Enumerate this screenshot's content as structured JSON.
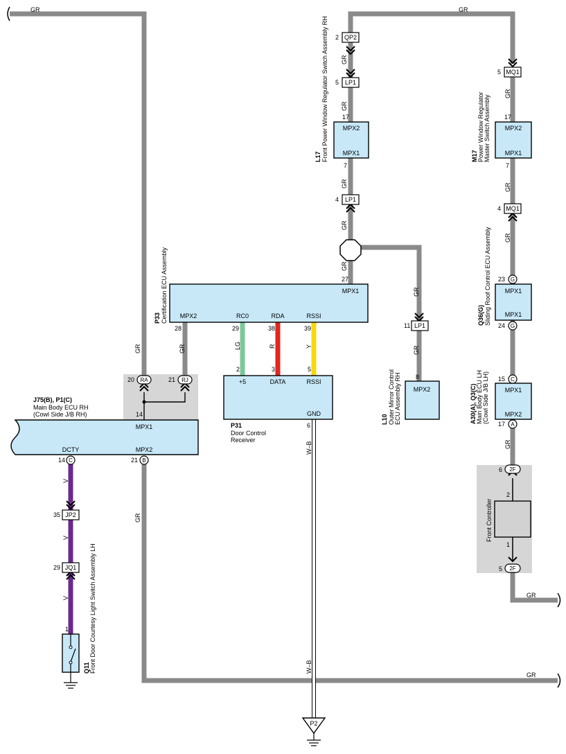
{
  "colors": {
    "wire_gray": "#8a8a8a",
    "ecu_fill": "#c8e8f8",
    "junction_fill": "#d6d6d6",
    "wire_lg": "#7cc79a",
    "wire_r": "#e52521",
    "wire_y": "#f5d90a",
    "wire_v": "#6a2a8c"
  },
  "wire_labels": {
    "gr": "GR",
    "lg": "LG",
    "r": "R",
    "y": "Y",
    "v": "V",
    "wb": "W–B"
  },
  "components": {
    "l17": {
      "code": "L17",
      "name": "Front Power Window Regulator Switch Assembly RH",
      "t1": "MPX2",
      "t2": "MPX1",
      "pin_top": "17",
      "pin_bot": "7"
    },
    "m17": {
      "code": "M17",
      "name1": "Power Window Regulator",
      "name2": "Master Switch Assembly",
      "t1": "MPX2",
      "t2": "MPX1",
      "pin_top": "17",
      "pin_bot": "7"
    },
    "q36": {
      "code": "Q36(G)",
      "name": "Sliding Roof Control ECU Assembly",
      "t1": "MPX1",
      "t2": "MPX1",
      "pin_top": "23",
      "pin_bot": "24",
      "conn": "G"
    },
    "a30": {
      "code": "A30(A), Q3(C)",
      "name1": "Main Body ECU LH",
      "name2": "(Cowl Side J/B LH)",
      "t1": "MPX1",
      "t2": "MPX2",
      "pin_top": "15",
      "pin_bot": "17",
      "conn_top": "C",
      "conn_bot": "A"
    },
    "p33": {
      "code": "P33",
      "name": "Certification ECU Assembly",
      "mpx1": "MPX1",
      "pin_mpx1": "27",
      "terms": [
        "MPX2",
        "RC0",
        "RDA",
        "RSSI"
      ],
      "pins": [
        "28",
        "29",
        "38",
        "39"
      ]
    },
    "p31": {
      "code": "P31",
      "name1": "Door Control",
      "name2": "Receiver",
      "terms": [
        "+5",
        "DATA",
        "RSSI"
      ],
      "pins": [
        "2",
        "3",
        "5"
      ],
      "gnd": "GND",
      "gnd_pin": "6"
    },
    "l10": {
      "code": "L10",
      "name1": "Outer Mirror Control",
      "name2": "ECU Assembly RH",
      "term": "MPX2",
      "pin": "8"
    },
    "j75": {
      "code": "J75(B), P1(C)",
      "name1": "Main Body ECU RH",
      "name2": "(Cowl Side J/B RH)",
      "mpx1": "MPX1",
      "pin_mpx1": "14",
      "dcty": "DCTY",
      "mpx2": "MPX2",
      "pin_dcty": "14",
      "conn_dcty": "C",
      "pin_mpx2": "21",
      "conn_mpx2": "B",
      "ra": "RA",
      "rj": "RJ",
      "pin_ra": "20",
      "pin_rj": "21"
    },
    "q11": {
      "code": "Q11",
      "name": "Front Door Courtesy Light Switch Assembly LH",
      "pin": "1"
    },
    "front_controller": {
      "name": "Front Controller",
      "pin_top": "2",
      "pin_bot": "1",
      "conn": "2F",
      "pin_conn_top": "6",
      "pin_conn_bot": "5"
    }
  },
  "connectors": {
    "qp2": {
      "label": "QP2",
      "pin": "2"
    },
    "lp1_top": {
      "label": "LP1",
      "pin": "5"
    },
    "lp1_mid": {
      "label": "LP1",
      "pin": "4"
    },
    "lp1_right": {
      "label": "LP1",
      "pin": "11"
    },
    "mq1_top": {
      "label": "MQ1",
      "pin": "5"
    },
    "mq1_mid": {
      "label": "MQ1",
      "pin": "4"
    },
    "jp2": {
      "label": "JP2",
      "pin": "35"
    },
    "jq1": {
      "label": "JQ1",
      "pin": "29"
    }
  },
  "ground": {
    "label": "P2"
  }
}
